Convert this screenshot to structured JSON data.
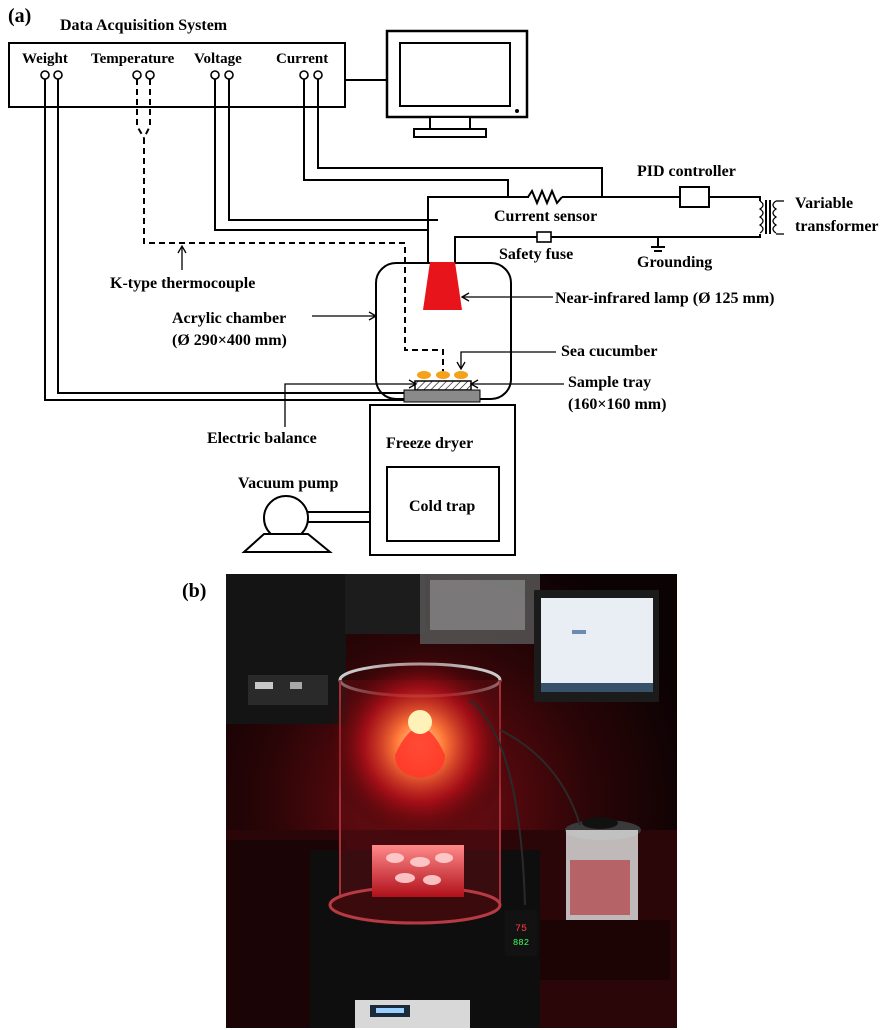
{
  "panel_a": {
    "label": "(a)",
    "daq": {
      "title": "Data Acquisition System",
      "ports": [
        "Weight",
        "Temperature",
        "Voltage",
        "Current"
      ]
    },
    "labels": {
      "pid_controller": "PID controller",
      "variable_transformer_1": "Variable",
      "variable_transformer_2": "transformer",
      "current_sensor": "Current sensor",
      "safety_fuse": "Safety fuse",
      "grounding": "Grounding",
      "thermocouple": "K-type thermocouple",
      "acrylic_chamber_1": "Acrylic chamber",
      "acrylic_chamber_2": "(Ø 290×400 mm)",
      "nir_lamp": "Near-infrared lamp (Ø 125 mm)",
      "sea_cucumber": "Sea cucumber",
      "sample_tray_1": "Sample tray",
      "sample_tray_2": "(160×160 mm)",
      "electric_balance": "Electric balance",
      "freeze_dryer": "Freeze dryer",
      "vacuum_pump": "Vacuum pump",
      "cold_trap": "Cold trap"
    },
    "colors": {
      "lamp": "#e8141b",
      "samples": "#f3a21a",
      "balance": "#8a8a8a"
    }
  },
  "panel_b": {
    "label": "(b)",
    "photo": "dark lab photo of near-infrared freeze-drying setup with glowing red lamp inside acrylic chamber, monitor, variable transformer and PID controller",
    "controller_readout_top": "75",
    "controller_readout_bottom": "882"
  }
}
